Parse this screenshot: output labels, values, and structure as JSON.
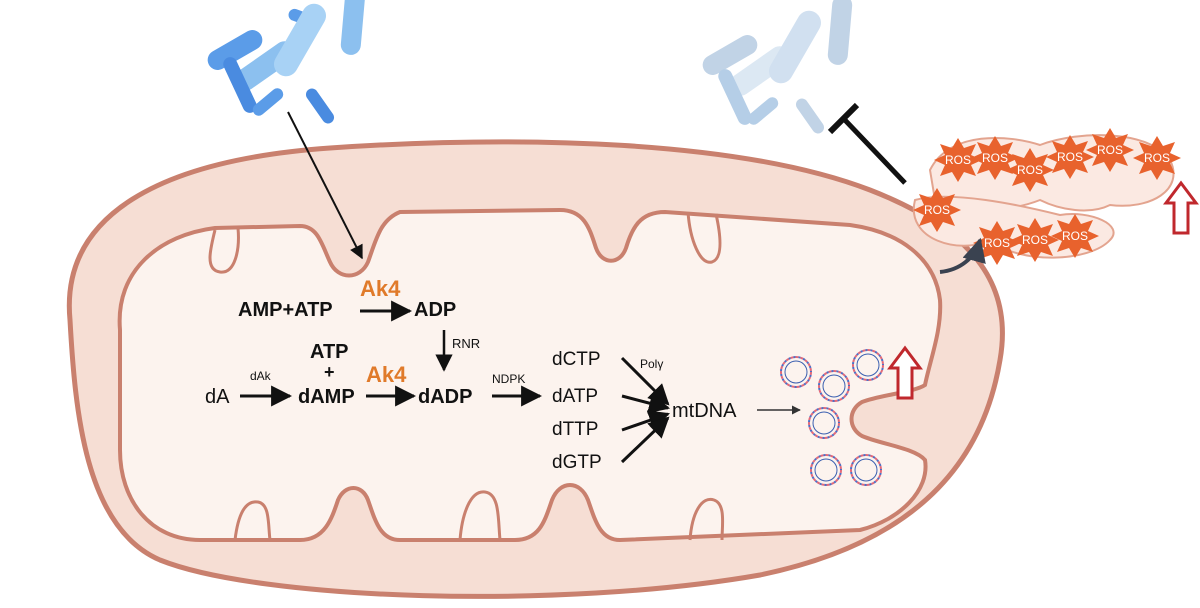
{
  "colors": {
    "membrane": "#f6ded4",
    "membrane_stroke": "#c9806e",
    "matrix": "#fcf3ee",
    "enzyme": "#e07a2a",
    "ros": "#e8622d",
    "up_arrow": "#c0282d",
    "bacteria_active": "#5b9ce8",
    "bacteria_faded": "#a9c6e3"
  },
  "reaction1": {
    "substrate": "AMP+ATP",
    "enzyme": "Ak4",
    "product": "ADP"
  },
  "rnr_label": "RNR",
  "reaction2": {
    "start": "dA",
    "dak_label": "dAk",
    "cofactor_top": "ATP",
    "plus": "+",
    "damp": "dAMP",
    "enzyme": "Ak4",
    "dadp": "dADP",
    "ndpk_label": "NDPK"
  },
  "dntps": [
    "dCTP",
    "dATP",
    "dTTP",
    "dGTP"
  ],
  "pol_label": "Polγ",
  "mtdna_label": "mtDNA",
  "ros_label": "ROS",
  "icons": {
    "bacteria": "rod-bacteria-icon",
    "mtdna": "circular-dna-icon",
    "up": "up-arrow-icon",
    "inhibit": "inhibition-bar-icon",
    "ros": "ros-burst-icon"
  }
}
